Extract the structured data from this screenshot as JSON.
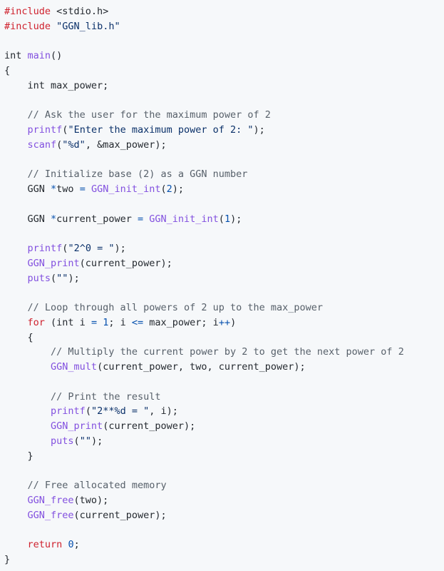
{
  "colors": {
    "background": "#f6f8fa",
    "preproc": "#cf222e",
    "keyword": "#cf222e",
    "function": "#8250df",
    "string": "#0a3069",
    "comment": "#57606a",
    "number": "#0550ae",
    "operator": "#0550ae",
    "plain": "#24292f"
  },
  "code": {
    "language": "c",
    "lines": [
      [
        {
          "t": "preproc",
          "v": "#include"
        },
        {
          "t": "plain",
          "v": " <stdio.h>"
        }
      ],
      [
        {
          "t": "preproc",
          "v": "#include"
        },
        {
          "t": "plain",
          "v": " "
        },
        {
          "t": "string",
          "v": "\"GGN_lib.h\""
        }
      ],
      [],
      [
        {
          "t": "plain",
          "v": "int "
        },
        {
          "t": "func",
          "v": "main"
        },
        {
          "t": "plain",
          "v": "()"
        }
      ],
      [
        {
          "t": "plain",
          "v": "{"
        }
      ],
      [
        {
          "t": "plain",
          "v": "    int max_power;"
        }
      ],
      [],
      [
        {
          "t": "plain",
          "v": "    "
        },
        {
          "t": "comment",
          "v": "// Ask the user for the maximum power of 2"
        }
      ],
      [
        {
          "t": "plain",
          "v": "    "
        },
        {
          "t": "func",
          "v": "printf"
        },
        {
          "t": "plain",
          "v": "("
        },
        {
          "t": "string",
          "v": "\"Enter the maximum power of 2: \""
        },
        {
          "t": "plain",
          "v": ");"
        }
      ],
      [
        {
          "t": "plain",
          "v": "    "
        },
        {
          "t": "func",
          "v": "scanf"
        },
        {
          "t": "plain",
          "v": "("
        },
        {
          "t": "string",
          "v": "\"%d\""
        },
        {
          "t": "plain",
          "v": ", &max_power);"
        }
      ],
      [],
      [
        {
          "t": "plain",
          "v": "    "
        },
        {
          "t": "comment",
          "v": "// Initialize base (2) as a GGN number"
        }
      ],
      [
        {
          "t": "plain",
          "v": "    GGN "
        },
        {
          "t": "op",
          "v": "*"
        },
        {
          "t": "plain",
          "v": "two "
        },
        {
          "t": "op",
          "v": "="
        },
        {
          "t": "plain",
          "v": " "
        },
        {
          "t": "func",
          "v": "GGN_init_int"
        },
        {
          "t": "plain",
          "v": "("
        },
        {
          "t": "number",
          "v": "2"
        },
        {
          "t": "plain",
          "v": ");"
        }
      ],
      [],
      [
        {
          "t": "plain",
          "v": "    GGN "
        },
        {
          "t": "op",
          "v": "*"
        },
        {
          "t": "plain",
          "v": "current_power "
        },
        {
          "t": "op",
          "v": "="
        },
        {
          "t": "plain",
          "v": " "
        },
        {
          "t": "func",
          "v": "GGN_init_int"
        },
        {
          "t": "plain",
          "v": "("
        },
        {
          "t": "number",
          "v": "1"
        },
        {
          "t": "plain",
          "v": ");"
        }
      ],
      [],
      [
        {
          "t": "plain",
          "v": "    "
        },
        {
          "t": "func",
          "v": "printf"
        },
        {
          "t": "plain",
          "v": "("
        },
        {
          "t": "string",
          "v": "\"2^0 = \""
        },
        {
          "t": "plain",
          "v": ");"
        }
      ],
      [
        {
          "t": "plain",
          "v": "    "
        },
        {
          "t": "func",
          "v": "GGN_print"
        },
        {
          "t": "plain",
          "v": "(current_power);"
        }
      ],
      [
        {
          "t": "plain",
          "v": "    "
        },
        {
          "t": "func",
          "v": "puts"
        },
        {
          "t": "plain",
          "v": "("
        },
        {
          "t": "string",
          "v": "\"\""
        },
        {
          "t": "plain",
          "v": ");"
        }
      ],
      [],
      [
        {
          "t": "plain",
          "v": "    "
        },
        {
          "t": "comment",
          "v": "// Loop through all powers of 2 up to the max_power"
        }
      ],
      [
        {
          "t": "plain",
          "v": "    "
        },
        {
          "t": "keyword",
          "v": "for"
        },
        {
          "t": "plain",
          "v": " (int i "
        },
        {
          "t": "op",
          "v": "="
        },
        {
          "t": "plain",
          "v": " "
        },
        {
          "t": "number",
          "v": "1"
        },
        {
          "t": "plain",
          "v": "; i "
        },
        {
          "t": "op",
          "v": "<="
        },
        {
          "t": "plain",
          "v": " max_power; i"
        },
        {
          "t": "op",
          "v": "++"
        },
        {
          "t": "plain",
          "v": ")"
        }
      ],
      [
        {
          "t": "plain",
          "v": "    {"
        }
      ],
      [
        {
          "t": "plain",
          "v": "        "
        },
        {
          "t": "comment",
          "v": "// Multiply the current power by 2 to get the next power of 2"
        }
      ],
      [
        {
          "t": "plain",
          "v": "        "
        },
        {
          "t": "func",
          "v": "GGN_mult"
        },
        {
          "t": "plain",
          "v": "(current_power, two, current_power);"
        }
      ],
      [],
      [
        {
          "t": "plain",
          "v": "        "
        },
        {
          "t": "comment",
          "v": "// Print the result"
        }
      ],
      [
        {
          "t": "plain",
          "v": "        "
        },
        {
          "t": "func",
          "v": "printf"
        },
        {
          "t": "plain",
          "v": "("
        },
        {
          "t": "string",
          "v": "\"2**%d = \""
        },
        {
          "t": "plain",
          "v": ", i);"
        }
      ],
      [
        {
          "t": "plain",
          "v": "        "
        },
        {
          "t": "func",
          "v": "GGN_print"
        },
        {
          "t": "plain",
          "v": "(current_power);"
        }
      ],
      [
        {
          "t": "plain",
          "v": "        "
        },
        {
          "t": "func",
          "v": "puts"
        },
        {
          "t": "plain",
          "v": "("
        },
        {
          "t": "string",
          "v": "\"\""
        },
        {
          "t": "plain",
          "v": ");"
        }
      ],
      [
        {
          "t": "plain",
          "v": "    }"
        }
      ],
      [],
      [
        {
          "t": "plain",
          "v": "    "
        },
        {
          "t": "comment",
          "v": "// Free allocated memory"
        }
      ],
      [
        {
          "t": "plain",
          "v": "    "
        },
        {
          "t": "func",
          "v": "GGN_free"
        },
        {
          "t": "plain",
          "v": "(two);"
        }
      ],
      [
        {
          "t": "plain",
          "v": "    "
        },
        {
          "t": "func",
          "v": "GGN_free"
        },
        {
          "t": "plain",
          "v": "(current_power);"
        }
      ],
      [],
      [
        {
          "t": "plain",
          "v": "    "
        },
        {
          "t": "keyword",
          "v": "return"
        },
        {
          "t": "plain",
          "v": " "
        },
        {
          "t": "number",
          "v": "0"
        },
        {
          "t": "plain",
          "v": ";"
        }
      ],
      [
        {
          "t": "plain",
          "v": "}"
        }
      ]
    ]
  }
}
